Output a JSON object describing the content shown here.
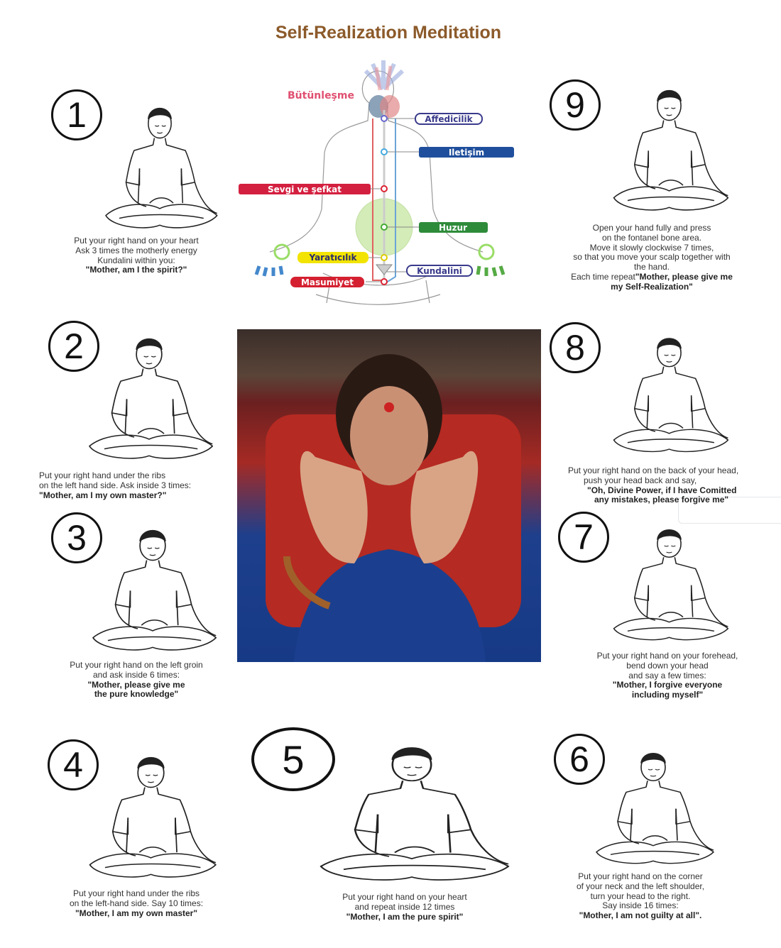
{
  "title": "Self-Realization Meditation",
  "diagram": {
    "labels": {
      "top": "Bütünleşme",
      "forgiveness": "Affedicilik",
      "communication": "Iletişim",
      "love": "Sevgi ve şefkat",
      "peace": "Huzur",
      "creativity": "Yaratıcılık",
      "kundalini": "Kundalini",
      "innocence": "Masumiyet"
    },
    "colors": {
      "love": "#d42040",
      "forgiveness": "#3a3a8c",
      "communication": "#1f4f9c",
      "peace": "#2e8b3a",
      "creativity": "#f2e400",
      "kundalini": "#3a3a8c",
      "innocence": "#d42030",
      "top": "#e05070"
    }
  },
  "steps": [
    {
      "number": "1",
      "lines": [
        {
          "t": "Put your right hand on your heart"
        },
        {
          "t": "Ask 3 times the motherly energy"
        },
        {
          "t": "Kundalini within you:"
        },
        {
          "b": "\"Mother, am I the spirit?\""
        }
      ]
    },
    {
      "number": "2",
      "lines": [
        {
          "t": "Put your right hand under the ribs"
        },
        {
          "t": "on the left hand side. Ask inside 3 times:"
        },
        {
          "b": "\"Mother, am I my own master?\""
        }
      ]
    },
    {
      "number": "3",
      "lines": [
        {
          "t": "Put your right hand on the left groin"
        },
        {
          "t": "and ask inside 6 times:"
        },
        {
          "b": "\"Mother, please give me"
        },
        {
          "b": "the pure knowledge\""
        }
      ]
    },
    {
      "number": "4",
      "lines": [
        {
          "t": "Put your right hand under the ribs"
        },
        {
          "t": "on the left-hand side. Say 10 times:"
        },
        {
          "b": "\"Mother, I am my own master\""
        }
      ]
    },
    {
      "number": "5",
      "lines": [
        {
          "t": "Put your right hand on your heart"
        },
        {
          "t": "and repeat inside 12 times"
        },
        {
          "b": "\"Mother, I am the pure spirit\""
        }
      ]
    },
    {
      "number": "6",
      "lines": [
        {
          "t": "Put your right hand on the corner"
        },
        {
          "t": "of your neck and the left shoulder,"
        },
        {
          "t": "turn your head to the right."
        },
        {
          "t": "Say inside 16 times:"
        },
        {
          "b": "\"Mother, I am not guilty at all\"."
        }
      ]
    },
    {
      "number": "7",
      "lines": [
        {
          "t": "Put your right hand on your forehead,"
        },
        {
          "t": "bend down your head"
        },
        {
          "t": "and say a few times:"
        },
        {
          "b": "\"Mother, I forgive everyone"
        },
        {
          "b": "including myself\""
        }
      ]
    },
    {
      "number": "8",
      "lines": [
        {
          "t": "Put your right hand on the back of your head,"
        },
        {
          "t": "push your head back and say,"
        },
        {
          "b": "\"Oh, Divine Power, if I have Comitted"
        },
        {
          "b": "any mistakes, please forgive me\""
        }
      ]
    },
    {
      "number": "9",
      "lines": [
        {
          "t": "Open your hand fully and press"
        },
        {
          "t": "on the fontanel bone area."
        },
        {
          "t": "Move it slowly clockwise 7 times,"
        },
        {
          "t": "so that you move your scalp together with"
        },
        {
          "t": "the hand."
        },
        {
          "t": "Each time repeat",
          "b": "\"Mother, please give me"
        },
        {
          "b": "my Self-Realization\""
        }
      ]
    }
  ]
}
